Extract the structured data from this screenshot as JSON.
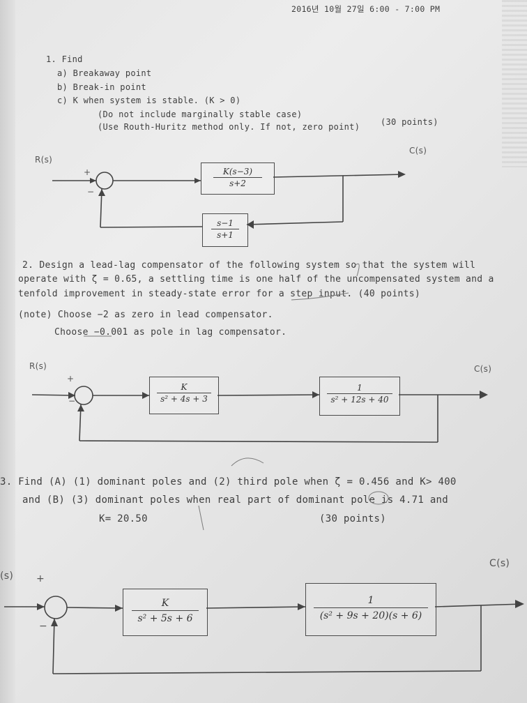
{
  "header": {
    "datetime": "2016년 10월 27일 6:00 - 7:00 PM"
  },
  "q1": {
    "heading": "1. Find",
    "a": "a) Breakaway point",
    "b": "b) Break-in point",
    "c": "c) K when system is stable. (K > 0)",
    "note1": "(Do not include marginally stable case)",
    "note2": "(Use Routh-Huritz method only. If not, zero point)",
    "points": "(30 points)",
    "input": "R(s)",
    "output": "C(s)",
    "forward_num": "K(s−3)",
    "forward_den": "s+2",
    "feedback_num": "s−1",
    "feedback_den": "s+1",
    "plus": "+",
    "minus": "−"
  },
  "q2": {
    "line1": "2. Design a lead-lag compensator of the following system so that the system will",
    "line2": "operate with ζ = 0.65, a settling time is one half of the uncompensated system and a",
    "line3": "tenfold improvement in steady-state error for a step input. (40 points)",
    "note1": "(note) Choose −2 as zero in lead compensator.",
    "note2": "Choose −0.001 as pole in lag compensator.",
    "input": "R(s)",
    "output": "C(s)",
    "block1_num": "K",
    "block1_den": "s² + 4s + 3",
    "block2_num": "1",
    "block2_den": "s² + 12s + 40",
    "plus": "+",
    "minus": "−"
  },
  "q3": {
    "line1": "3. Find (A) (1) dominant poles and (2) third pole when ζ = 0.456 and K> 400",
    "line2": "and (B) (3) dominant poles when real part of dominant pole is 4.71 and",
    "line3a": "K= 20.50",
    "line3b": "(30 points)",
    "input": "(s)",
    "output": "C(s)",
    "block1_num": "K",
    "block1_den": "s² + 5s + 6",
    "block2_num": "1",
    "block2_den": "(s² + 9s + 20)(s + 6)",
    "plus": "+",
    "minus": "−"
  }
}
